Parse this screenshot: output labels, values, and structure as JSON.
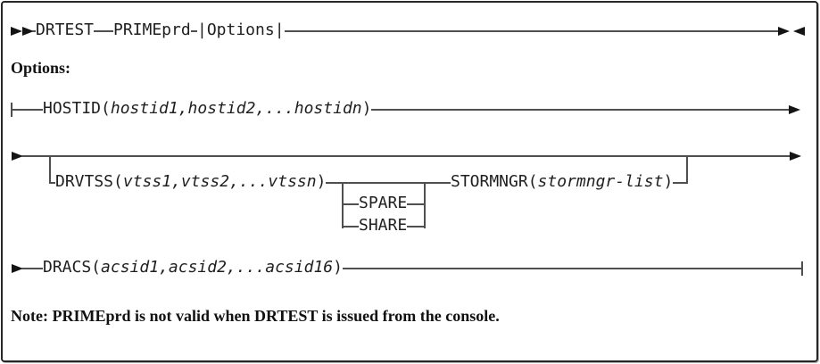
{
  "main_rail": {
    "command": "DRTEST",
    "parameter": "PRIMEprd",
    "fragment_ref": "|Options|"
  },
  "options_heading": "Options:",
  "options_fragment": {
    "hostid": {
      "keyword_open": "HOSTID(",
      "operands": "hostid1,hostid2,...hostidn",
      "keyword_close": ")"
    },
    "drvtss": {
      "keyword_open": "DRVTSS(",
      "operands": "vtss1,vtss2,...vtssn",
      "keyword_close": ")"
    },
    "vtss_choice": [
      "SPARE",
      "SHARE"
    ],
    "stormngr": {
      "keyword_open": "STORMNGR(",
      "operands": "stormngr-list",
      "keyword_close": ")"
    },
    "dracs": {
      "keyword_open": "DRACS(",
      "operands": "acsid1,acsid2,...acsid16",
      "keyword_close": ")"
    }
  },
  "note": "Note: PRIMEprd is not valid when DRTEST is issued from the console.",
  "colors": {
    "rail": "#4f4f4f",
    "arrow": "#141414",
    "text": "#1f1f1f",
    "border": "#262626",
    "background": "#ffffff"
  }
}
